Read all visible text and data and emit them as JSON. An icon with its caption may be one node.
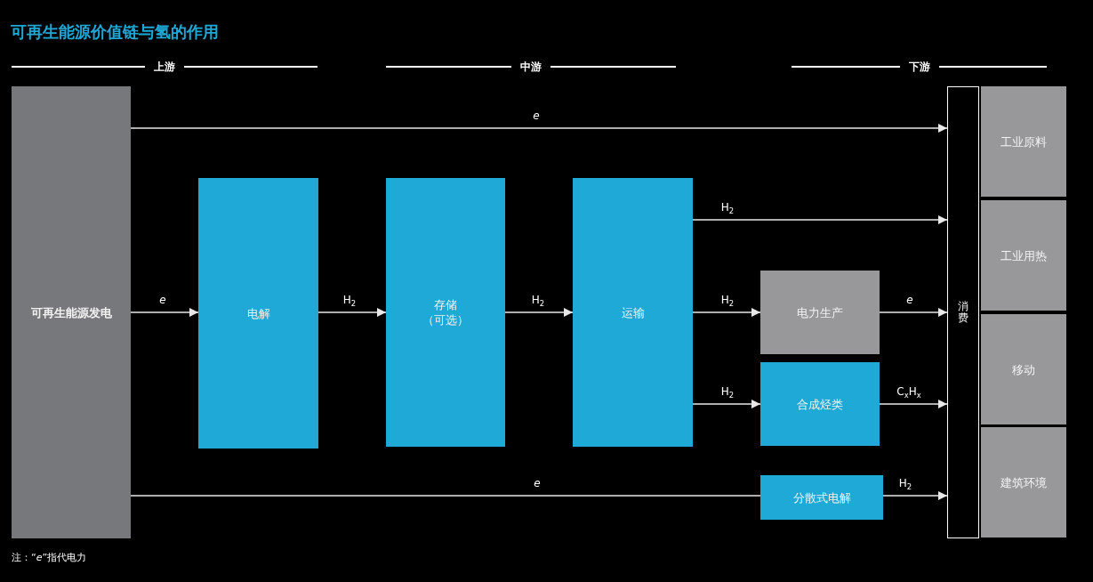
{
  "diagram": {
    "title": "可再生能源价值链与氢的作用",
    "nodes": [
      {
        "text": [
          "可再生能源发电"
        ]
      },
      {
        "text": [
          "电解"
        ]
      },
      {
        "text": [
          "存储",
          "（可选）"
        ]
      },
      {
        "text": [
          "运输"
        ]
      },
      {
        "text": [
          "电力生产"
        ]
      },
      {
        "text": [
          "合成烃类"
        ]
      },
      {
        "text": [
          "分散式电解"
        ]
      },
      {
        "text": [
          "消费"
        ]
      },
      {
        "text": [
          "工业原料"
        ]
      },
      {
        "text": [
          "工业用热"
        ]
      },
      {
        "text": [
          "移动"
        ]
      },
      {
        "text": [
          "建筑环境"
        ]
      }
    ],
    "edges": [
      {
        "from": 0,
        "to": 7,
        "arrow": "to",
        "label": "e"
      },
      {
        "from": 0,
        "to": 1,
        "arrow": "to",
        "label": "e"
      },
      {
        "from": 1,
        "to": 2,
        "arrow": "to",
        "label": "H$_{2}$"
      },
      {
        "from": 2,
        "to": 3,
        "arrow": "to",
        "label": "H$_{2}$"
      },
      {
        "from": 3,
        "to": 7,
        "arrow": "to",
        "label": "H$_{2}$"
      },
      {
        "from": 3,
        "to": 4,
        "arrow": "to",
        "label": "H$_{2}$"
      },
      {
        "from": 3,
        "to": 5,
        "arrow": "to",
        "label": "H$_{2}$"
      },
      {
        "from": 4,
        "to": 7,
        "arrow": "to",
        "label": "e"
      },
      {
        "from": 5,
        "to": 7,
        "arrow": "to",
        "label": "C$_{x}$H$_{x}$"
      },
      {
        "from": 0,
        "to": 6,
        "arrow": "none",
        "label": "e"
      },
      {
        "from": 6,
        "to": 7,
        "arrow": "to",
        "label": "H$_{2}$"
      }
    ],
    "labels": [
      "上游",
      "中游",
      "下游",
      "注：“*e*”指代电力"
    ]
  }
}
